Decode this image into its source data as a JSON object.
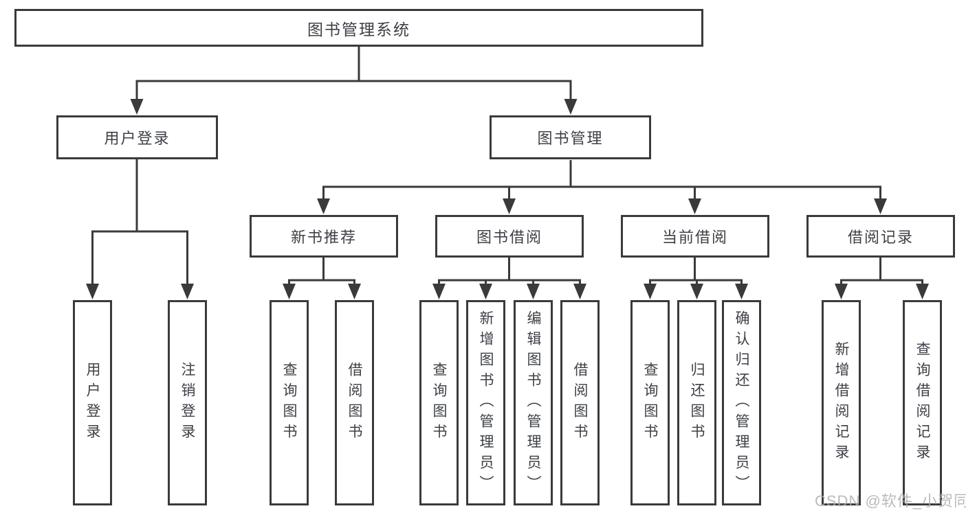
{
  "diagram": {
    "title": "图书管理系统",
    "level2": [
      {
        "label": "用户登录"
      },
      {
        "label": "图书管理"
      }
    ],
    "level3": [
      {
        "label": "新书推荐",
        "parent": "图书管理"
      },
      {
        "label": "图书借阅",
        "parent": "图书管理"
      },
      {
        "label": "当前借阅",
        "parent": "图书管理"
      },
      {
        "label": "借阅记录",
        "parent": "图书管理"
      }
    ],
    "leaves": [
      {
        "label": "用户登录",
        "parent": "用户登录"
      },
      {
        "label": "注销登录",
        "parent": "用户登录"
      },
      {
        "label": "查询图书",
        "parent": "新书推荐"
      },
      {
        "label": "借阅图书",
        "parent": "新书推荐"
      },
      {
        "label": "查询图书",
        "parent": "图书借阅"
      },
      {
        "label": "新增图书（管理员）",
        "parent": "图书借阅"
      },
      {
        "label": "编辑图书（管理员）",
        "parent": "图书借阅"
      },
      {
        "label": "借阅图书",
        "parent": "图书借阅"
      },
      {
        "label": "查询图书",
        "parent": "当前借阅"
      },
      {
        "label": "归还图书",
        "parent": "当前借阅"
      },
      {
        "label": "确认归还（管理员）",
        "parent": "当前借阅"
      },
      {
        "label": "新增借阅记录",
        "parent": "借阅记录"
      },
      {
        "label": "查询借阅记录",
        "parent": "借阅记录"
      }
    ],
    "colors": {
      "line": "#3a3a3a",
      "box_border": "#393a3c",
      "text": "#3d4046",
      "watermark": "#adafb2"
    }
  },
  "watermark": {
    "text": "CSDN @软件_小贺同学"
  }
}
